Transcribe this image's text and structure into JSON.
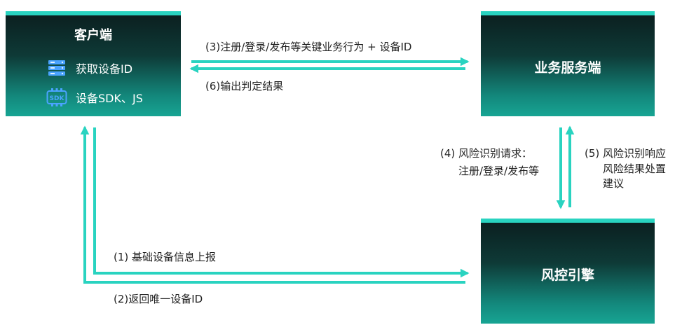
{
  "client": {
    "title": "客户端",
    "items": [
      {
        "icon": "server-icon",
        "label": "获取设备ID"
      },
      {
        "icon": "sdk-icon",
        "label": "设备SDK、JS",
        "icon_text": "SDK"
      }
    ]
  },
  "business_server": {
    "title": "业务服务端"
  },
  "risk_engine": {
    "title": "风控引擎"
  },
  "steps": {
    "s1": "(1) 基础设备信息上报",
    "s2": "(2)返回唯一设备ID",
    "s3": "(3)注册/登录/发布等关键业务行为 + 设备ID",
    "s4_line1": "(4) 风险识别请求：",
    "s4_line2": "注册/登录/发布等",
    "s5_line1": "(5) 风险识别响应",
    "s5_line2": "风险结果处置",
    "s5_line3": "建议",
    "s6": "(6)输出判定结果"
  },
  "colors": {
    "accent": "#29d3c0",
    "box_dark": "#0b2020",
    "box_light": "#17a493"
  }
}
